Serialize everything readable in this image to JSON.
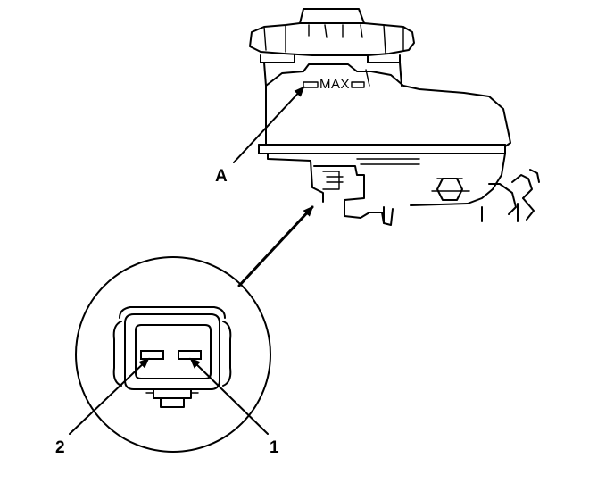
{
  "labels": {
    "reservoir_callout": "A",
    "max_mark": "MAX",
    "terminal_1": "1",
    "terminal_2": "2"
  },
  "colors": {
    "ink": "#000000",
    "paper": "#ffffff"
  }
}
